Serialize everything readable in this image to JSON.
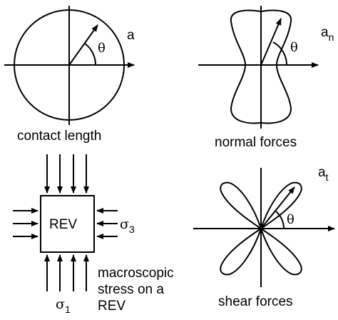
{
  "panels": {
    "contact_length": {
      "corner_label": "a",
      "angle_label": "θ",
      "caption": "contact length"
    },
    "normal_forces": {
      "corner_label_main": "a",
      "corner_label_sub": "n",
      "angle_label": "θ",
      "caption": "normal forces"
    },
    "rev_stress": {
      "box_label": "REV",
      "sigma3_main": "σ",
      "sigma3_sub": "3",
      "sigma1_main": "σ",
      "sigma1_sub": "1",
      "caption_line1": "macroscopic",
      "caption_line2": "stress on a",
      "caption_line3": "REV"
    },
    "shear_forces": {
      "corner_label_main": "a",
      "corner_label_sub": "t",
      "angle_label": "θ",
      "caption": "shear forces"
    }
  }
}
